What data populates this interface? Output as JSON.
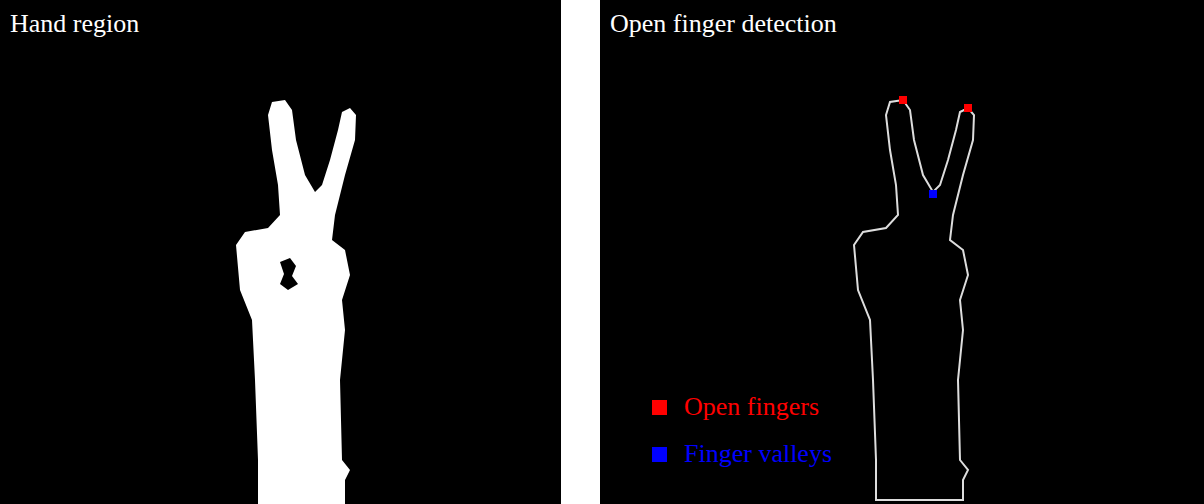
{
  "diagram": {
    "labels": [
      "Hand region",
      "Open finger detection"
    ],
    "legend": [
      {
        "text": "Open fingers",
        "color": "#ff0000"
      },
      {
        "text": "Finger valleys",
        "color": "#0000ff"
      }
    ]
  }
}
